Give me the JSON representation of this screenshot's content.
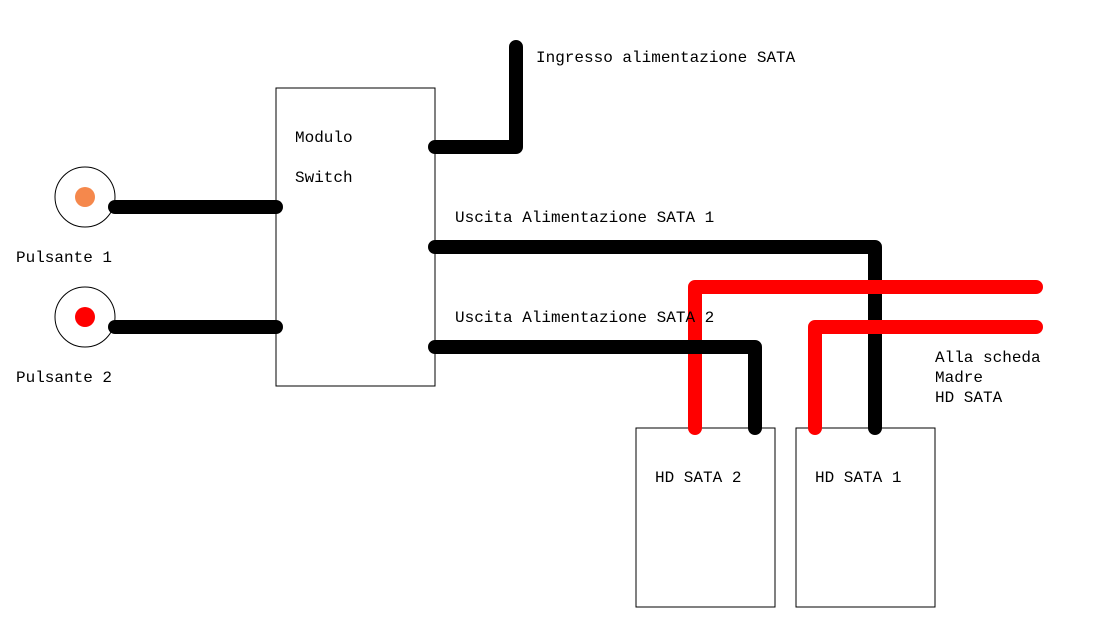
{
  "colors": {
    "wire_power": "#000000",
    "wire_data": "#ff0000",
    "button_1_fill": "#f5884c",
    "button_2_fill": "#ff0000",
    "outline": "#000000",
    "background": "#ffffff"
  },
  "labels": {
    "modulo": "Modulo",
    "switch": "Switch",
    "ingresso": "Ingresso alimentazione SATA",
    "uscita_1": "Uscita Alimentazione SATA 1",
    "uscita_2": "Uscita Alimentazione SATA 2",
    "pulsante_1": "Pulsante 1",
    "pulsante_2": "Pulsante 2",
    "hd_sata_2": "HD SATA 2",
    "hd_sata_1": "HD SATA 1",
    "alla_scheda_1": "Alla scheda",
    "alla_scheda_2": "Madre",
    "alla_scheda_3": "HD SATA"
  }
}
